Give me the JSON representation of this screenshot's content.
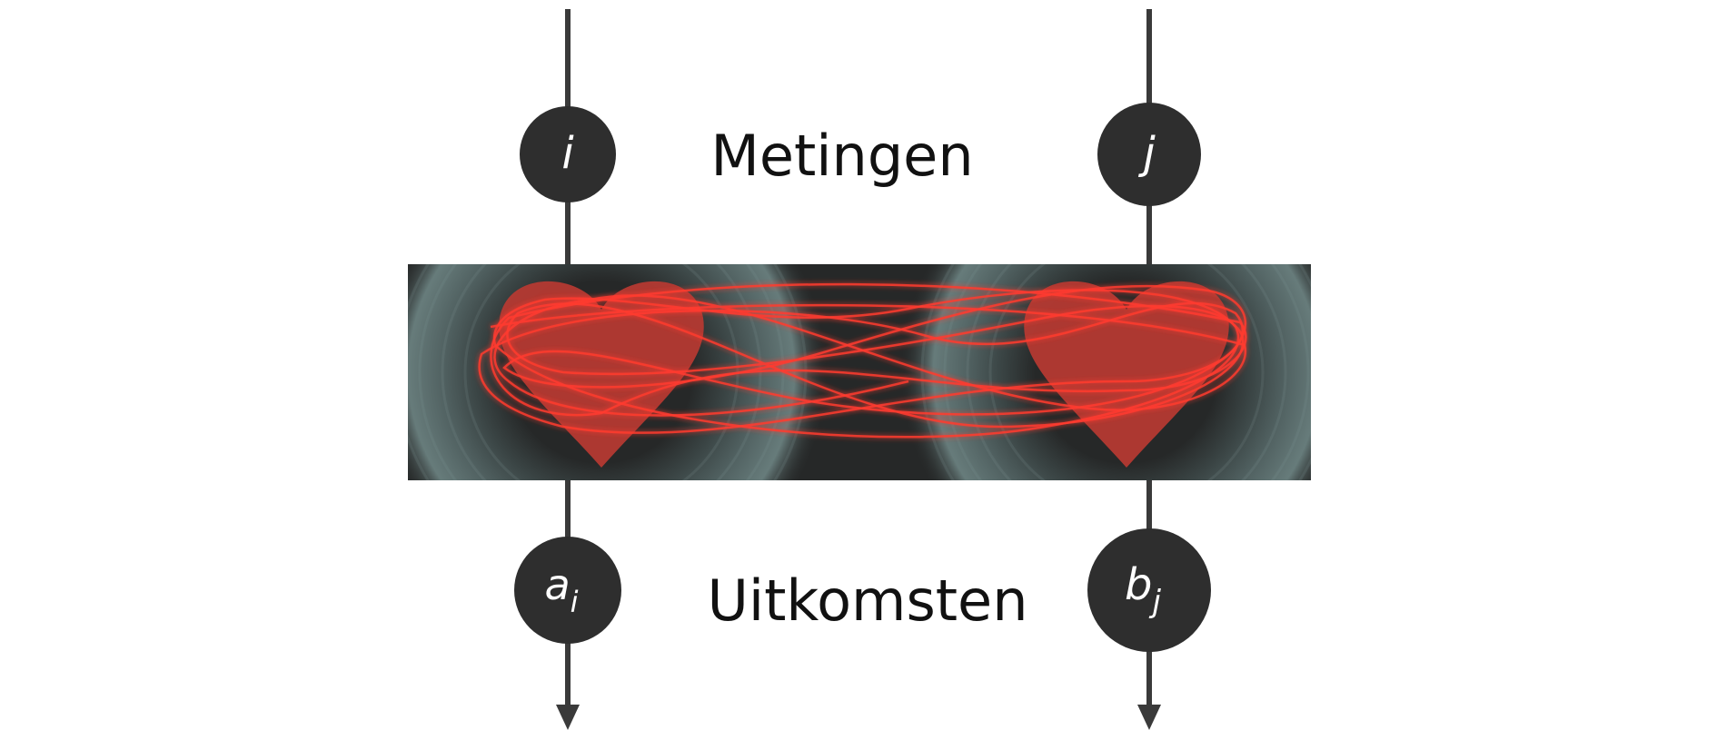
{
  "measurements_label": "Metingen",
  "outcomes_label": "Uitkomsten",
  "left_party": {
    "setting": "i",
    "outcome_base": "a",
    "outcome_subscript": "i"
  },
  "right_party": {
    "setting": "j",
    "outcome_base": "b",
    "outcome_subscript": "j"
  },
  "colors": {
    "line": "#3a3a3a",
    "node": "#2e2e2e",
    "heart": "#b83a32",
    "entangled_strands": "#ff3b2f",
    "panel_dark": "#262828",
    "panel_ripple": "#6f8584"
  }
}
